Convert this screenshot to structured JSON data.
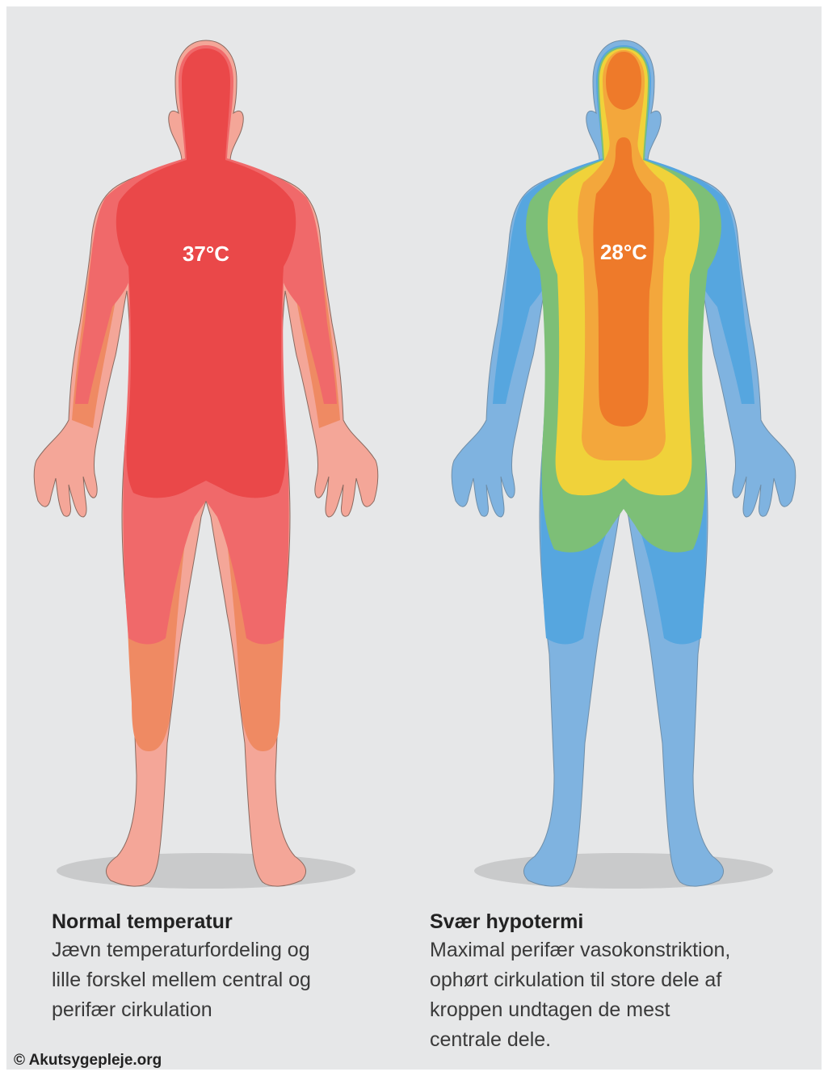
{
  "figures": {
    "normal": {
      "temperature_label": "37°C",
      "title": "Normal temperatur",
      "description": "Jævn temperaturfordeling og\nlille forskel mellem central og\nperifær cirkulation",
      "zone_colors": {
        "outer": "#f4a698",
        "limb": "#ef8a63",
        "mid": "#f0696a",
        "core": "#ea4849"
      }
    },
    "hypothermia": {
      "temperature_label": "28°C",
      "title": "Svær hypotermi",
      "description": "Maximal perifær vasokonstriktion,\nophørt cirkulation til store dele af\nkroppen undtagen de mest\ncentrale dele.",
      "zone_colors": {
        "outer": "#7fb3e0",
        "limb": "#56a6df",
        "green": "#7dbf77",
        "yellow": "#f0d23a",
        "orange_light": "#f3a73c",
        "core": "#ee7a2a"
      }
    }
  },
  "copyright": "© Akutsygepleje.org"
}
